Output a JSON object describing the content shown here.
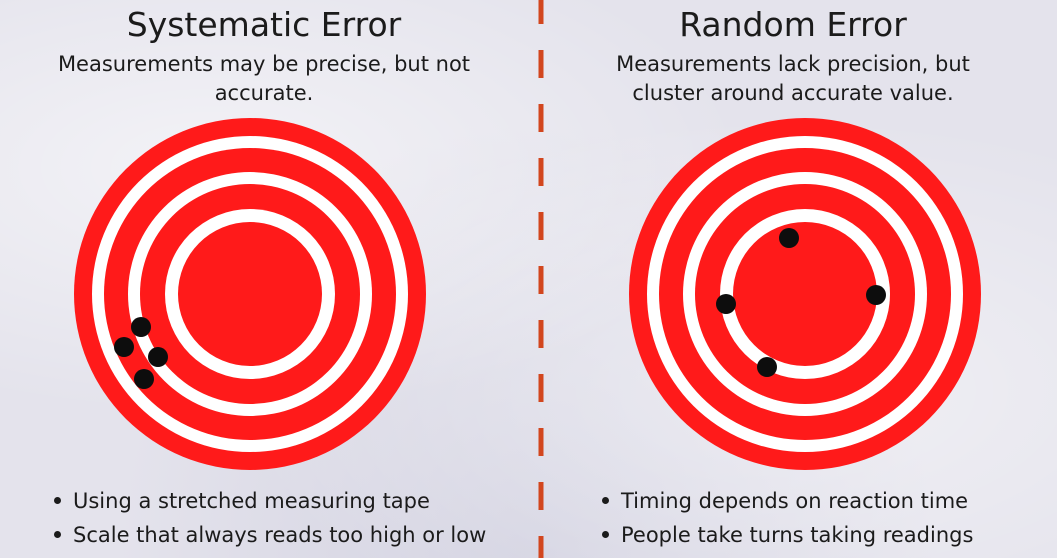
{
  "colors": {
    "target_red": "#ff1a1a",
    "ring_white": "#ffffff",
    "shot_black": "#0d0d0d",
    "divider": "#d2461e"
  },
  "systematic": {
    "title": "Systematic Error",
    "subtitle_line1": "Measurements may be precise, but not",
    "subtitle_line2": "accurate.",
    "bullets": [
      "Using a stretched measuring tape",
      "Scale that always reads too high or low"
    ]
  },
  "random": {
    "title": "Random Error",
    "subtitle_line1": "Measurements lack precision, but",
    "subtitle_line2": "cluster around accurate value.",
    "bullets": [
      "Timing depends on reaction time",
      "People take turns taking readings"
    ]
  }
}
